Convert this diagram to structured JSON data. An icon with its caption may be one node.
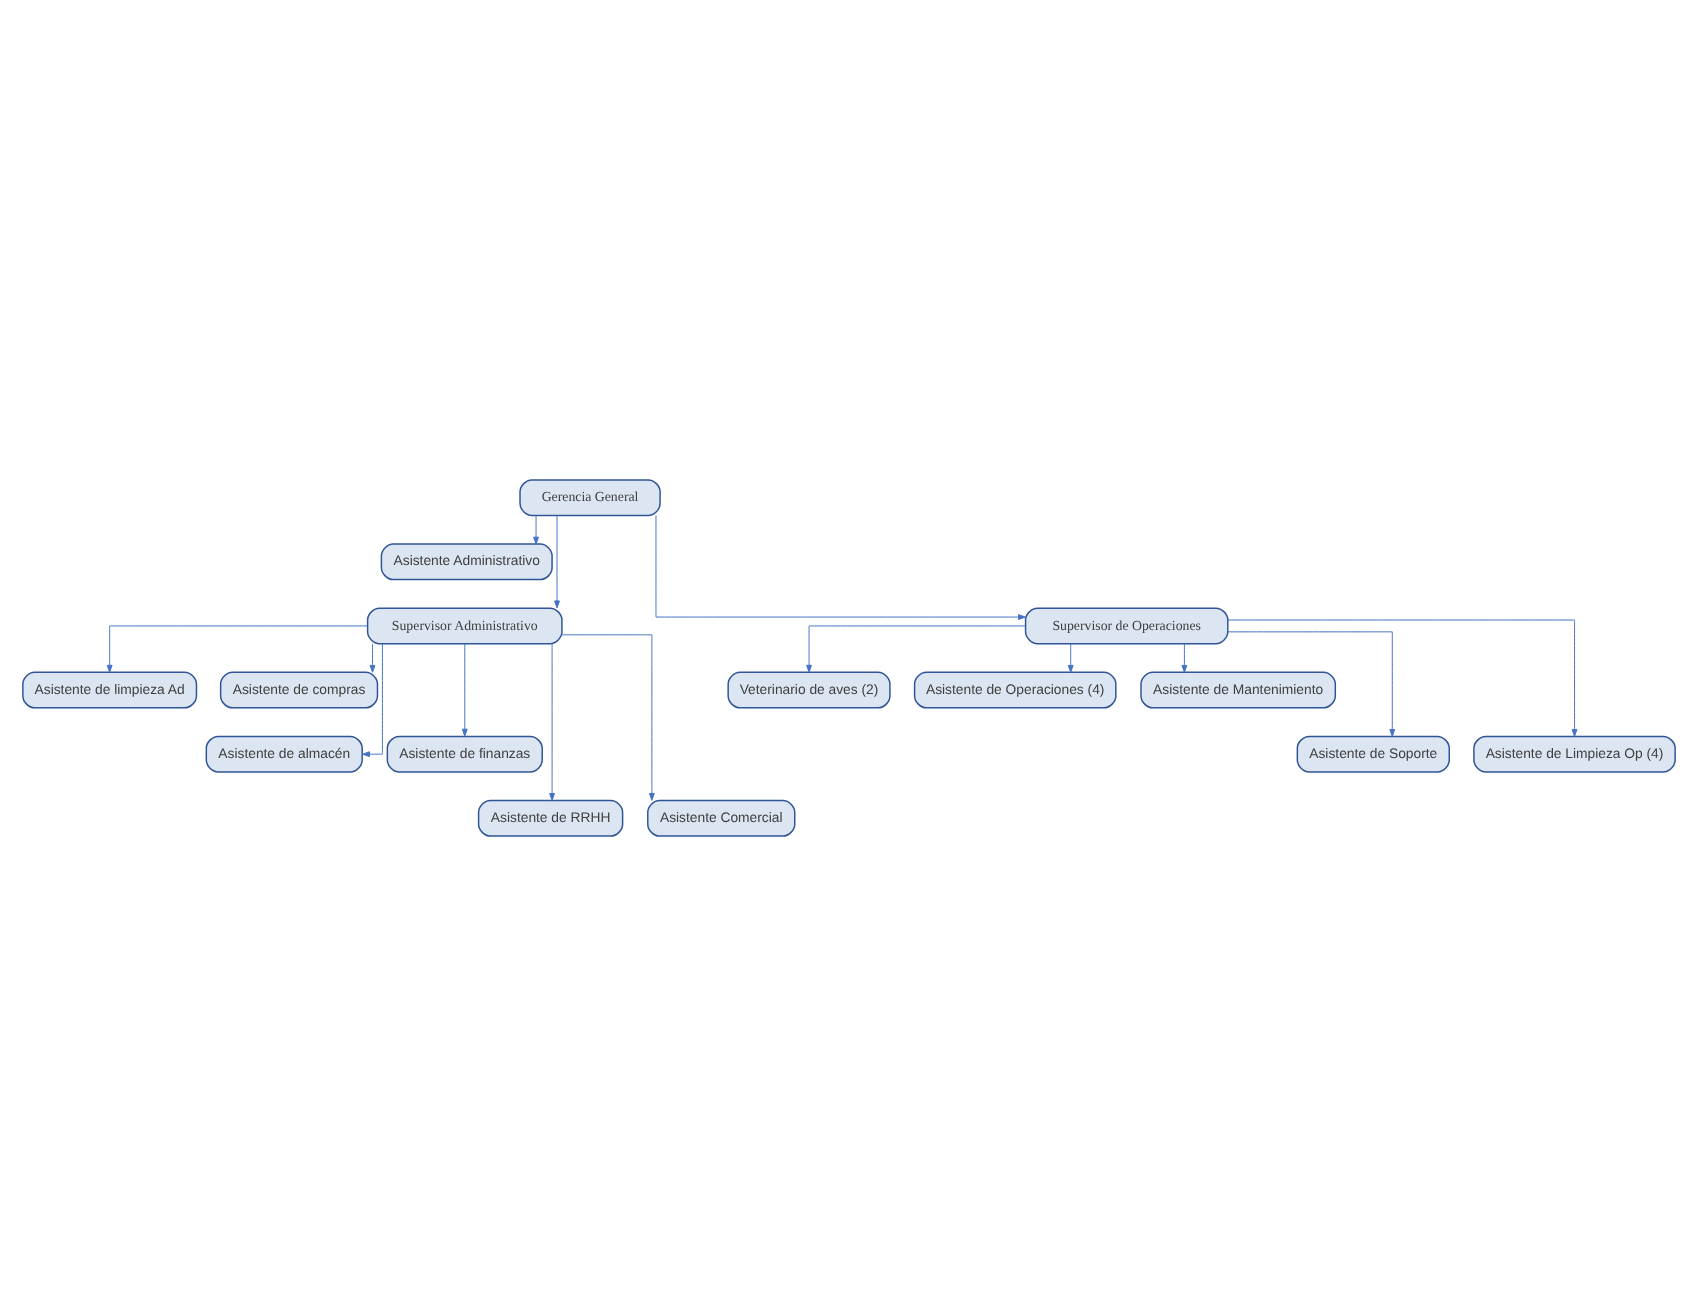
{
  "diagram": {
    "nodes": [
      {
        "text": [
          "Gerencia General"
        ]
      },
      {
        "text": [
          "Asistente Administrativo"
        ]
      },
      {
        "text": [
          "Supervisor Administrativo"
        ]
      },
      {
        "text": [
          "Supervisor de Operaciones"
        ]
      },
      {
        "text": [
          "Veterinario de aves (2)"
        ]
      },
      {
        "text": [
          "Asistente de limpieza Ad"
        ]
      },
      {
        "text": [
          "Asistente de compras"
        ]
      },
      {
        "text": [
          "Asistente de almacén"
        ]
      },
      {
        "text": [
          "Asistente de finanzas"
        ]
      },
      {
        "text": [
          "Asistente de RRHH"
        ]
      },
      {
        "text": [
          "Asistente Comercial"
        ]
      },
      {
        "text": [
          "Asistente de Operaciones (4)"
        ]
      },
      {
        "text": [
          "Asistente de Mantenimiento"
        ]
      },
      {
        "text": [
          "Asistente de Soporte"
        ]
      },
      {
        "text": [
          "Asistente de Limpieza Op (4)"
        ]
      }
    ],
    "edges": [
      {
        "from": 0,
        "to": 1,
        "arrow": "to"
      },
      {
        "from": 0,
        "to": 2,
        "arrow": "to"
      },
      {
        "from": 0,
        "to": 3,
        "arrow": "to"
      },
      {
        "from": 2,
        "to": 5,
        "arrow": "to"
      },
      {
        "from": 2,
        "to": 6,
        "arrow": "to"
      },
      {
        "from": 2,
        "to": 7,
        "arrow": "to"
      },
      {
        "from": 2,
        "to": 8,
        "arrow": "to"
      },
      {
        "from": 2,
        "to": 9,
        "arrow": "to"
      },
      {
        "from": 2,
        "to": 10,
        "arrow": "to"
      },
      {
        "from": 3,
        "to": 4,
        "arrow": "to"
      },
      {
        "from": 3,
        "to": 11,
        "arrow": "to"
      },
      {
        "from": 3,
        "to": 12,
        "arrow": "to"
      },
      {
        "from": 3,
        "to": 13,
        "arrow": "to"
      },
      {
        "from": 3,
        "to": 14,
        "arrow": "to"
      }
    ]
  }
}
